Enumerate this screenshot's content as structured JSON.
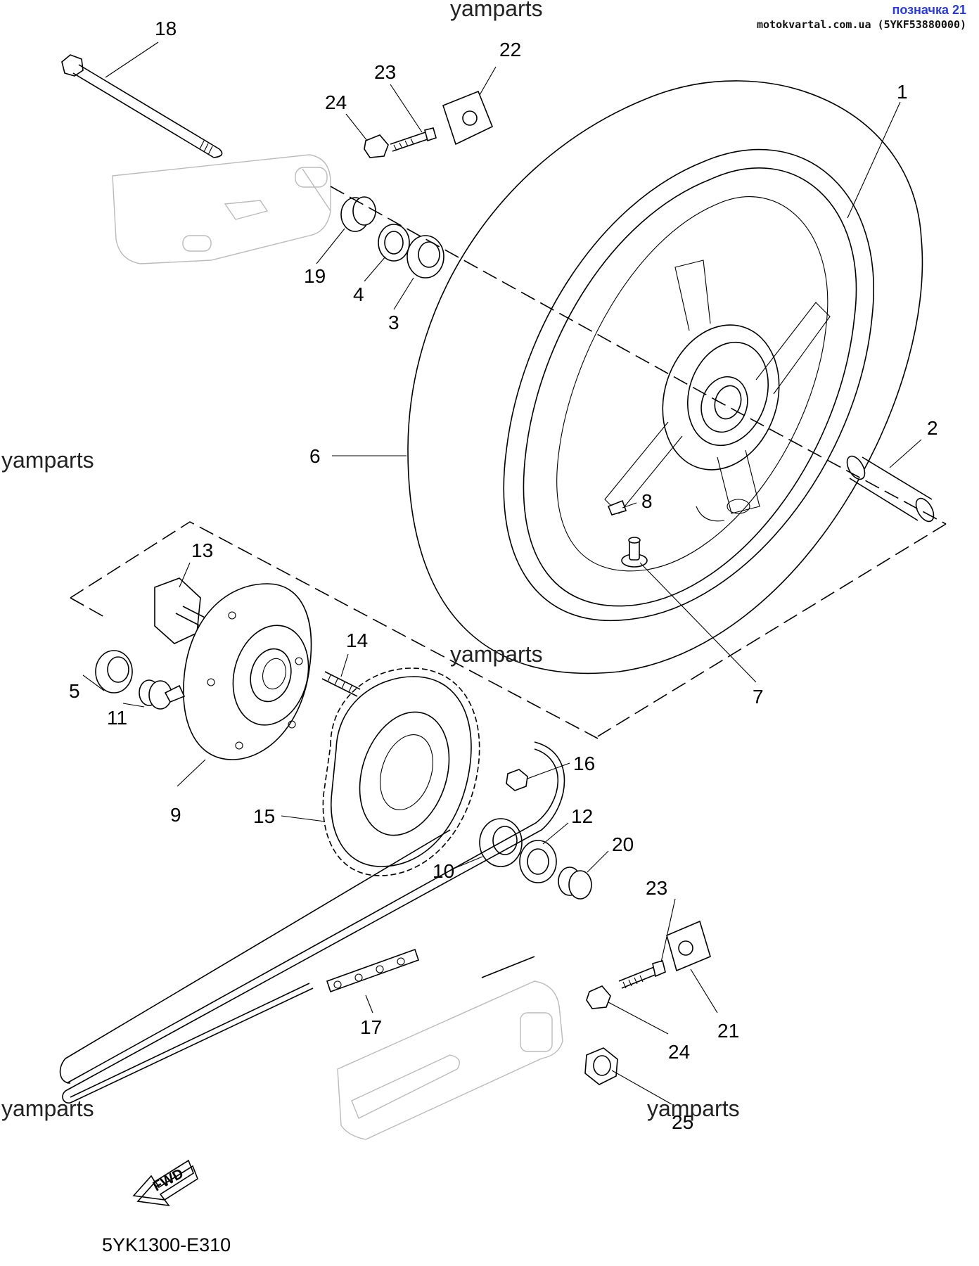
{
  "header": {
    "tag": "позначка 21",
    "source": "motokvartal.com.ua (5YKF53880000)"
  },
  "watermarks": [
    "yamparts",
    "yamparts",
    "yamparts",
    "yamparts",
    "yamparts"
  ],
  "diagram_code": "5YK1300-E310",
  "fwd_label": "FWD",
  "callouts": {
    "n1": "1",
    "n2": "2",
    "n3": "3",
    "n4": "4",
    "n5": "5",
    "n6": "6",
    "n7": "7",
    "n8": "8",
    "n9": "9",
    "n10": "10",
    "n11": "11",
    "n12": "12",
    "n13": "13",
    "n14": "14",
    "n15": "15",
    "n16": "16",
    "n17": "17",
    "n18": "18",
    "n19": "19",
    "n20": "20",
    "n21": "21",
    "n22": "22",
    "n23a": "23",
    "n23b": "23",
    "n24a": "24",
    "n24b": "24",
    "n25": "25"
  }
}
